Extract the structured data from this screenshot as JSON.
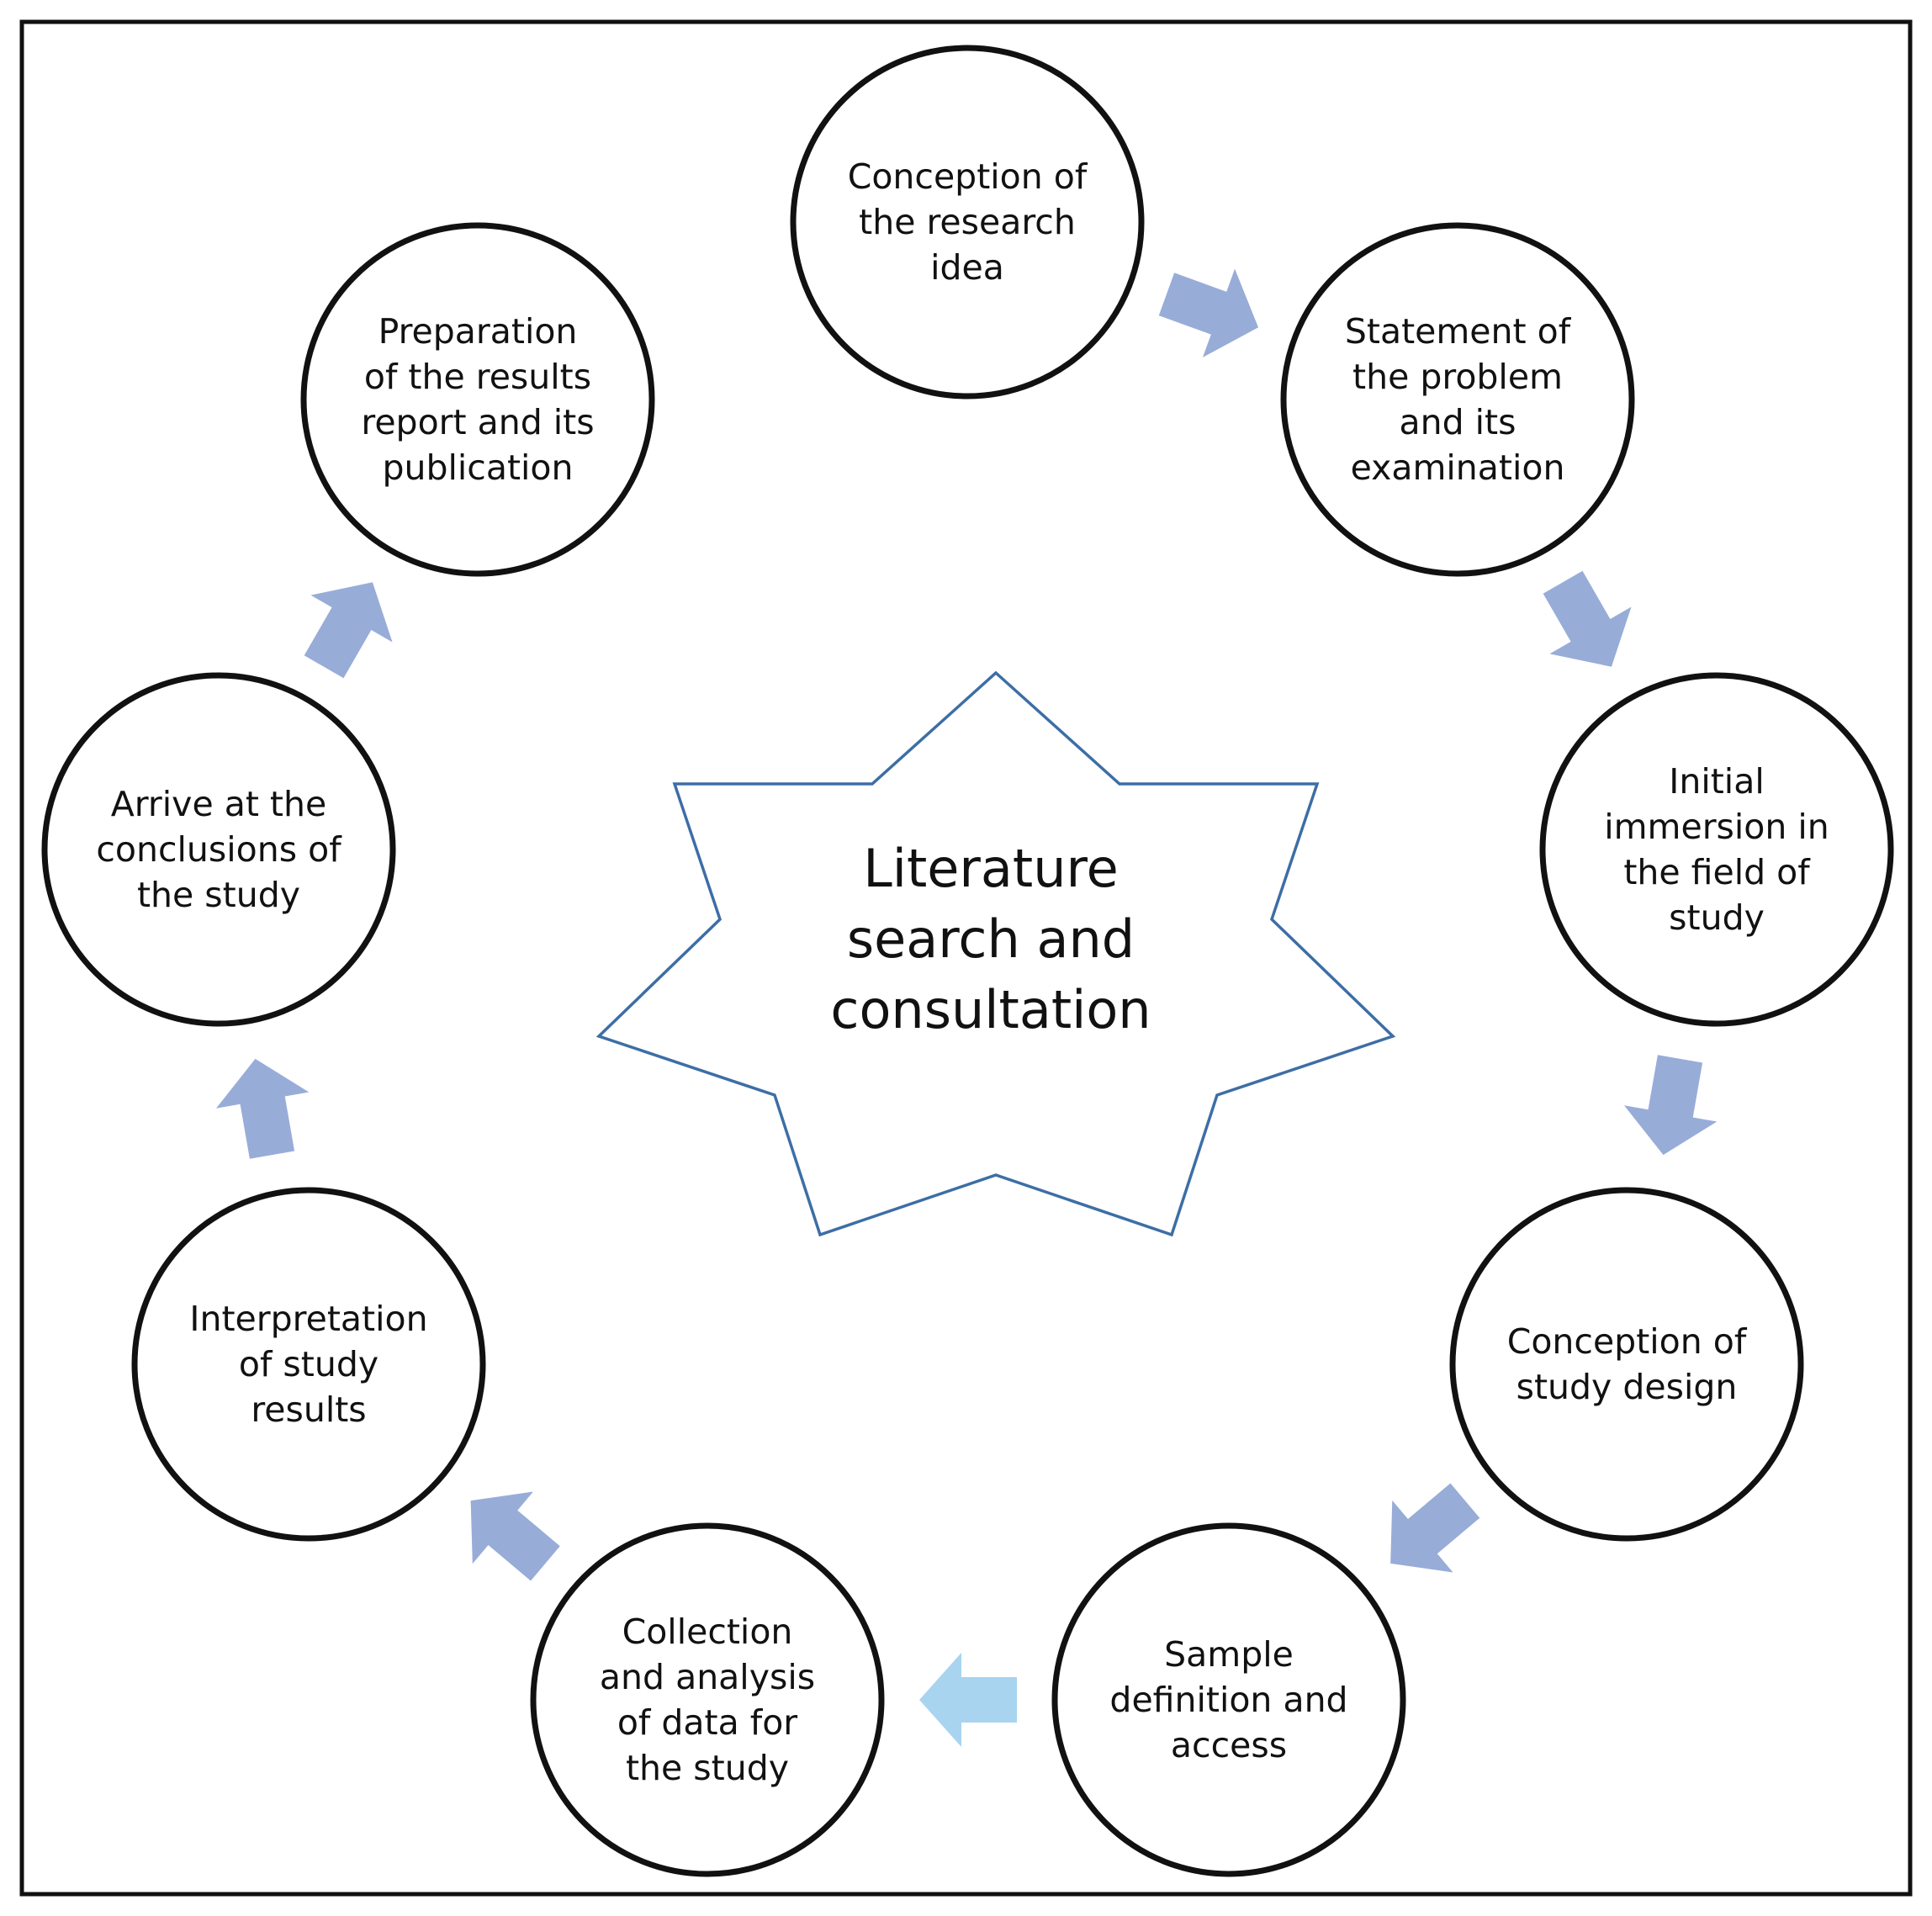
{
  "diagram": {
    "center_label_lines": [
      "Literature",
      "search and",
      "consultation"
    ],
    "steps": [
      {
        "lines": [
          "Conception of",
          "the research",
          "idea"
        ]
      },
      {
        "lines": [
          "Statement of",
          "the problem",
          "and its",
          "examination"
        ]
      },
      {
        "lines": [
          "Initial",
          "immersion in",
          "the field of",
          "study"
        ]
      },
      {
        "lines": [
          "Conception of",
          "study design"
        ]
      },
      {
        "lines": [
          "Sample",
          "definition and",
          "access"
        ]
      },
      {
        "lines": [
          "Collection",
          "and analysis",
          "of data for",
          "the study"
        ]
      },
      {
        "lines": [
          "Interpretation",
          "of study",
          "results"
        ]
      },
      {
        "lines": [
          "Arrive at the",
          "conclusions of",
          "the study"
        ]
      },
      {
        "lines": [
          "Preparation",
          "of the results",
          "report and its",
          "publication"
        ]
      }
    ],
    "colors": {
      "border": "#111111",
      "circle_stroke": "#111111",
      "arrow": "#98acd8",
      "arrow_highlight": "#a8d4f0",
      "star_stroke": "#3d6ea5"
    }
  }
}
